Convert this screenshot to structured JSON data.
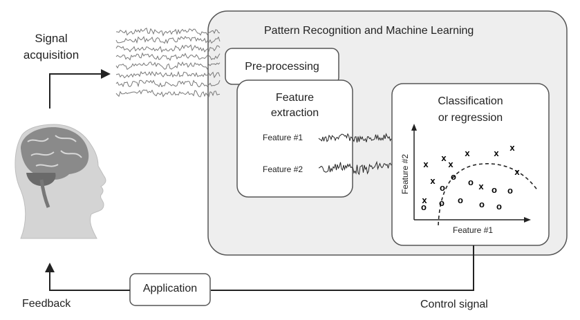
{
  "signal_acquisition": "Signal\nacquisition",
  "main_title": "Pattern Recognition and Machine Learning",
  "preprocessing": "Pre-processing",
  "feature_extraction": "Feature\nextraction",
  "feature1": "Feature #1",
  "feature2": "Feature #2",
  "classification": "Classification\nor regression",
  "axis_y": "Feature #2",
  "axis_x": "Feature #1",
  "application": "Application",
  "feedback": "Feedback",
  "control_signal": "Control signal",
  "markers": {
    "cross": "x",
    "circle": "o"
  }
}
